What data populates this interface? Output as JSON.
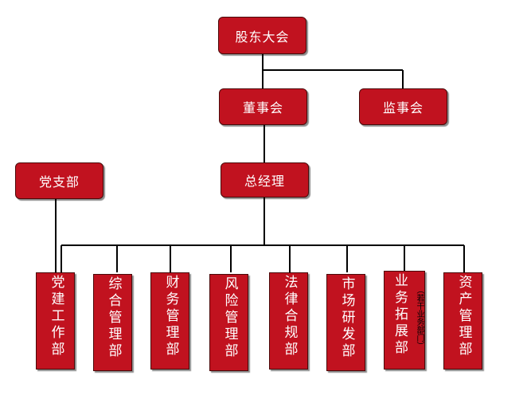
{
  "colors": {
    "box_fill": "#c1121f",
    "line": "#000000",
    "text": "#ffffff"
  },
  "org": {
    "shareholders": "股东大会",
    "board": "董事会",
    "supervisors": "监事会",
    "party_branch": "党支部",
    "gm": "总经理",
    "departments": [
      {
        "label": "党建工作部"
      },
      {
        "label": "综合管理部"
      },
      {
        "label": "财务管理部"
      },
      {
        "label": "风险管理部"
      },
      {
        "label": "法律合规部"
      },
      {
        "label": "市场研发部"
      },
      {
        "label": "业务拓展部",
        "note": "（若干业务部门）"
      },
      {
        "label": "资产管理部"
      }
    ]
  }
}
